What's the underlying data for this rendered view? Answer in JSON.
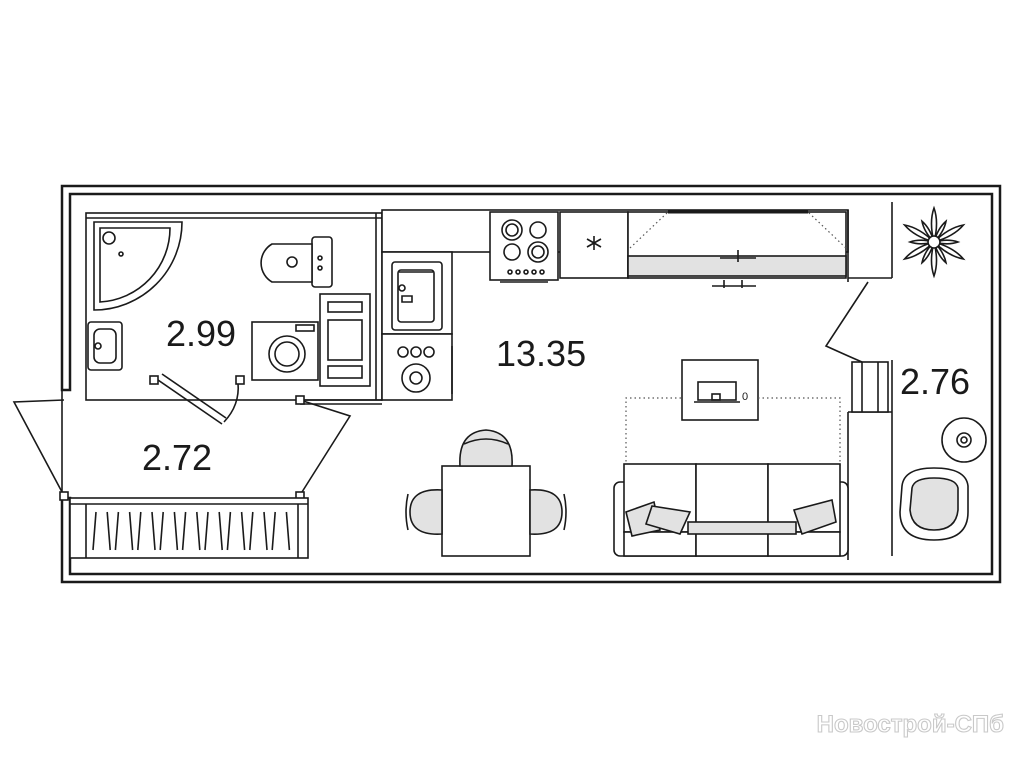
{
  "rooms": {
    "bathroom": {
      "area": "2.99"
    },
    "hallway": {
      "area": "2.72"
    },
    "living_kitchen": {
      "area": "13.35"
    },
    "balcony": {
      "area": "2.76"
    }
  },
  "watermark": "Новострой-СПб"
}
